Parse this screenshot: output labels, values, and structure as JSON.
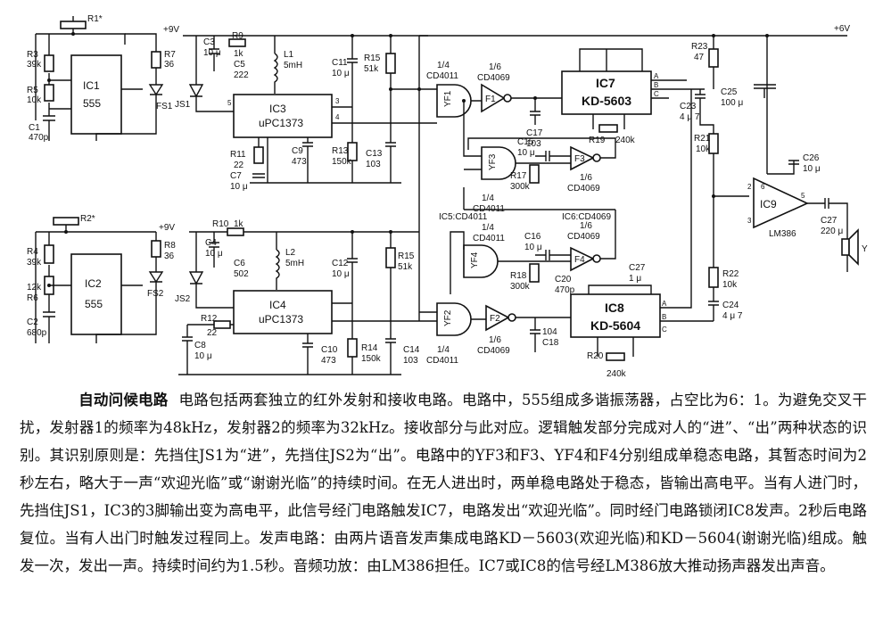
{
  "schematic": {
    "supply": {
      "vcc1": "+9V",
      "vcc2": "+9V",
      "vcc_main": "+6V"
    },
    "chips": {
      "ic1": {
        "name": "IC1",
        "type": "555"
      },
      "ic2": {
        "name": "IC2",
        "type": "555"
      },
      "ic3": {
        "name": "IC3",
        "type": "uPC1373"
      },
      "ic4": {
        "name": "IC4",
        "type": "uPC1373"
      },
      "ic7": {
        "name": "IC7",
        "type": "KD-5603"
      },
      "ic8": {
        "name": "IC8",
        "type": "KD-5604"
      },
      "ic9": {
        "name": "IC9",
        "type": "LM386"
      }
    },
    "gates": {
      "yf1": "YF1",
      "yf2": "YF2",
      "yf3": "YF3",
      "yf4": "YF4",
      "f1": "F1",
      "f2": "F2",
      "f3": "F3",
      "f4": "F4",
      "quad": "1/4",
      "quad_type": "CD4011",
      "hex": "1/6",
      "hex_type": "CD4069",
      "ic5": "IC5:CD4011",
      "ic6": "IC6:CD4069"
    },
    "components": {
      "r1": "R1*",
      "r3": "R3",
      "r3v": "39k",
      "r5": "R5",
      "r5v": "10k",
      "c1": "C1",
      "c1v": "470p",
      "r7": "R7",
      "r7v": "36",
      "fs1": "FS1",
      "js1": "JS1",
      "c3": "C3",
      "c3v": "10 μ",
      "r9": "R9",
      "r9v": "1k",
      "c5": "C5",
      "c5v": "222",
      "l1": "L1",
      "l1v": "5mH",
      "r11": "R11",
      "r11v": "22",
      "c7": "C7",
      "c7v": "10 μ",
      "c9": "C9",
      "c9v": "473",
      "c11": "C11",
      "c11v": "10 μ",
      "r15": "R15",
      "r15v": "51k",
      "r13": "R13",
      "r13v": "150k",
      "c13": "C13",
      "c13v": "103",
      "r2": "R2*",
      "r4": "R4",
      "r4v": "39k",
      "r6": "R6",
      "r6v": "12k",
      "c2": "C2",
      "c2v": "680p",
      "r8": "R8",
      "r8v": "36",
      "fs2": "FS2",
      "js2": "JS2",
      "r10": "R10",
      "r10v": "1k",
      "c4": "C4",
      "c4v": "10 μ",
      "c6": "C6",
      "c6v": "502",
      "l2": "L2",
      "l2v": "5mH",
      "r12": "R12",
      "r12v": "22",
      "c8": "C8",
      "c8v": "10 μ",
      "c10": "C10",
      "c10v": "473",
      "c12": "C12",
      "c12v": "10 μ",
      "r14": "R14",
      "r14v": "150k",
      "c14": "C14",
      "c14v": "103",
      "r15b": "R15",
      "r15bv": "51k",
      "c15": "C15",
      "c15v": "10 μ",
      "r17": "R17",
      "r17v": "300k",
      "c16": "C16",
      "c16v": "10 μ",
      "r18": "R18",
      "r18v": "300k",
      "c17": "C17",
      "c17v": "103",
      "c18": "C18",
      "c18v": "104",
      "r19": "R19",
      "r19v": "240k",
      "r20": "R20",
      "r20v": "240k",
      "c20": "C20",
      "c20v": "470p",
      "c27a": "C27",
      "c27av": "1 μ",
      "r23": "R23",
      "r23v": "47",
      "c25": "C25",
      "c25v": "100 μ",
      "c23": "C23",
      "c23v": "4 μ 7",
      "r21": "R21",
      "r21v": "10k",
      "r22": "R22",
      "r22v": "10k",
      "c24": "C24",
      "c24v": "4 μ 7",
      "c26": "C26",
      "c26v": "10 μ",
      "c27": "C27",
      "c27v": "220 μ",
      "spk": "Y"
    }
  },
  "caption": {
    "title": "自动问候电路",
    "body": "电路包括两套独立的红外发射和接收电路。电路中，555组成多谐振荡器，占空比为6：1。为避免交叉干扰，发射器1的频率为48kHz，发射器2的频率为32kHz。接收部分与此对应。逻辑触发部分完成对人的“进”、“出”两种状态的识别。其识别原则是：先挡住JS1为“进”，先挡住JS2为“出”。电路中的YF3和F3、YF4和F4分别组成单稳态电路，其暂态时间为2秒左右，略大于一声“欢迎光临”或“谢谢光临”的持续时间。在无人进出时，两单稳电路处于稳态，皆输出高电平。当有人进门时，先挡住JS1，IC3的3脚输出变为高电平，此信号经门电路触发IC7，电路发出“欢迎光临”。同时经门电路锁闭IC8发声。2秒后电路复位。当有人出门时触发过程同上。发声电路：由两片语音发声集成电路KD－5603(欢迎光临)和KD－5604(谢谢光临)组成。触发一次，发出一声。持续时间约为1.5秒。音频功放：由LM386担任。IC7或IC8的信号经LM386放大推动扬声器发出声音。"
  }
}
